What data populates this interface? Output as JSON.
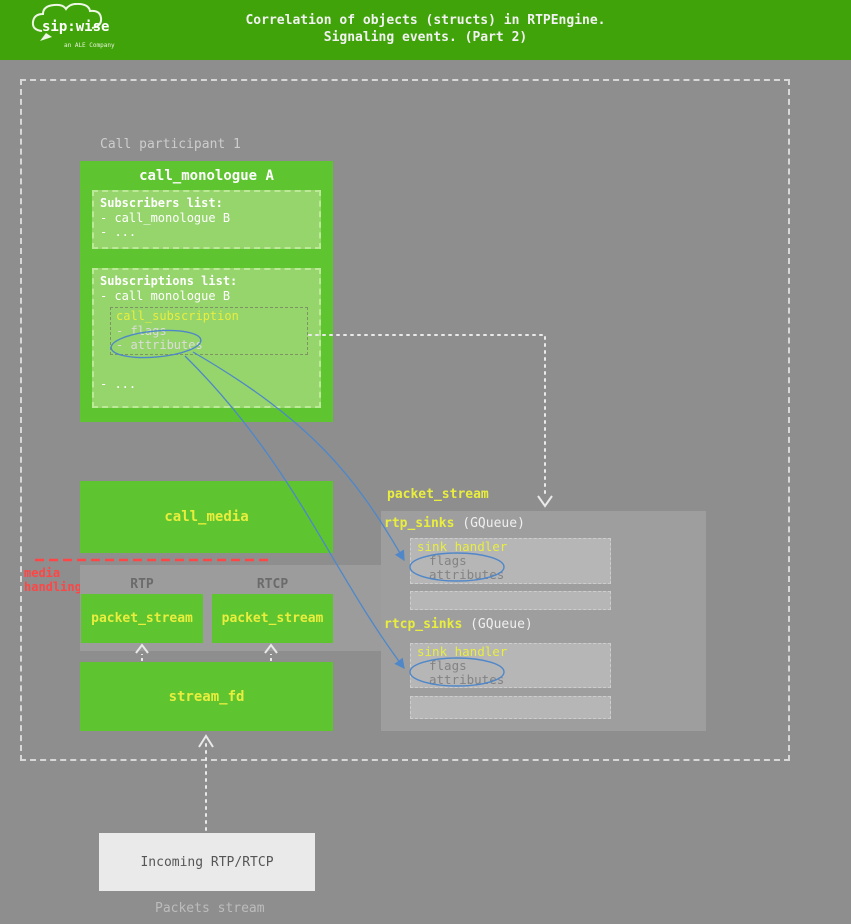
{
  "header": {
    "title_line1": "Correlation of objects (structs) in RTPEngine.",
    "title_line2": "Signaling events. (Part 2)",
    "logo_text": "sip:wise",
    "logo_subtext": "an ALE Company"
  },
  "participant_label": "Call participant 1",
  "monologue": {
    "title": "call_monologue A",
    "subscribers_title": "Subscribers list:",
    "subscribers_item1": "- call_monologue B",
    "subscribers_item2": "- ...",
    "subscriptions_title": "Subscriptions list:",
    "subscriptions_item1": "- call monologue B",
    "subscription_title": "call_subscription",
    "subscription_flags": "- flags",
    "subscription_attributes": "- attributes",
    "subscriptions_more": "- ..."
  },
  "media": {
    "call_media": "call_media",
    "handling_line1": "media",
    "handling_line2": "handling",
    "rtp": "RTP",
    "rtcp": "RTCP",
    "packet_stream": "packet_stream",
    "stream_fd": "stream_fd"
  },
  "sinks_panel": {
    "title": "packet_stream",
    "rtp_sinks": "rtp_sinks",
    "rtcp_sinks": "rtcp_sinks",
    "gqueue": "(GQueue)",
    "sink_handler": "sink_handler",
    "flags": "flags",
    "attributes": "attributes"
  },
  "bottom": {
    "incoming": "Incoming RTP/RTCP",
    "packets_stream": "Packets stream"
  },
  "colors": {
    "header_green": "#41a30a",
    "box_green": "#5ec42f",
    "accent_yellow": "#e9ee3e",
    "link_blue": "#4f87c9",
    "alert_red": "#ff4646"
  }
}
